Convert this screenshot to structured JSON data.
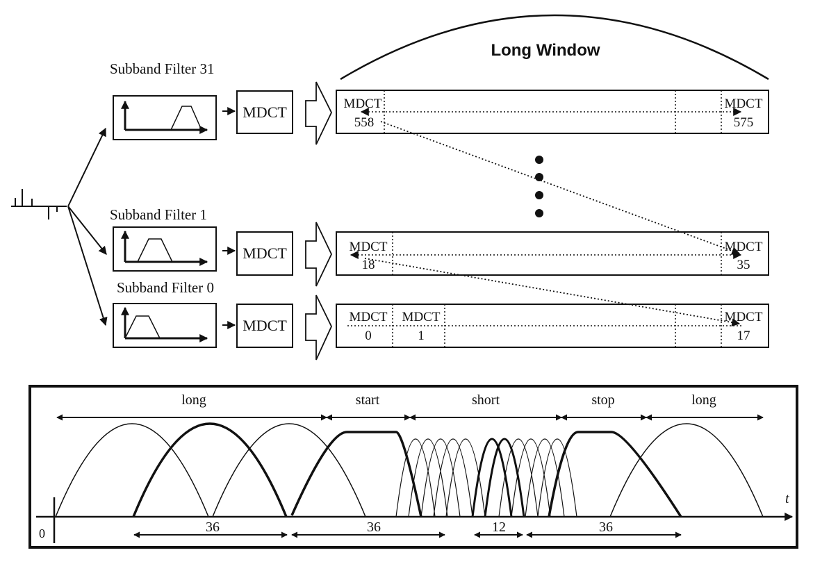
{
  "top": {
    "window_label": "Long Window",
    "filters": [
      {
        "label": "Subband Filter 31",
        "block": "MDCT"
      },
      {
        "label": "Subband Filter 1",
        "block": "MDCT"
      },
      {
        "label": "Subband Filter 0",
        "block": "MDCT"
      }
    ],
    "rows": [
      {
        "cells": [
          {
            "name": "MDCT",
            "num": "558"
          },
          {
            "name": "MDCT",
            "num": "575"
          }
        ]
      },
      {
        "cells": [
          {
            "name": "MDCT",
            "num": "18"
          },
          {
            "name": "MDCT",
            "num": "35"
          }
        ]
      },
      {
        "cells": [
          {
            "name": "MDCT",
            "num": "0"
          },
          {
            "name": "MDCT",
            "num": "1"
          },
          {
            "name": "MDCT",
            "num": "17"
          }
        ]
      }
    ]
  },
  "bottom": {
    "segments": [
      "long",
      "start",
      "short",
      "stop",
      "long"
    ],
    "axis_label": "t",
    "origin_label": "0",
    "lengths": [
      "36",
      "36",
      "12",
      "36"
    ]
  }
}
